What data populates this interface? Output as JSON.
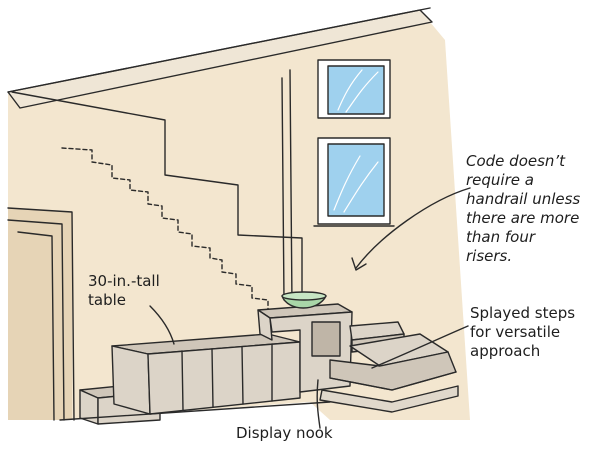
{
  "callouts": {
    "code_note": [
      "Code doesn’t",
      "require a",
      "handrail unless",
      "there are more",
      "than four",
      "risers."
    ],
    "table_label": [
      "30-in.-tall",
      "table"
    ],
    "steps_label": [
      "Splayed steps",
      "for versatile",
      "approach"
    ],
    "nook_label": "Display nook"
  },
  "colors": {
    "wall": "#f3e6cf",
    "wall_shade": "#e6d4b6",
    "ceiling": "#efe6d6",
    "cabinet": "#dcd4c8",
    "cabinet_top": "#cfc6b9",
    "window_glass": "#9fd1ee",
    "bowl": "#a9d6a8",
    "ink": "#2a2a2a"
  }
}
